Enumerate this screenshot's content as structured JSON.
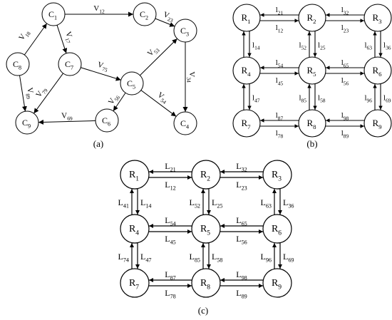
{
  "panels": {
    "a": {
      "caption": "(a)",
      "nodes": {
        "C1": {
          "base": "C",
          "sub": "1"
        },
        "C2": {
          "base": "C",
          "sub": "2"
        },
        "C3": {
          "base": "C",
          "sub": "3"
        },
        "C4": {
          "base": "C",
          "sub": "4"
        },
        "C5": {
          "base": "C",
          "sub": "5"
        },
        "C6": {
          "base": "C",
          "sub": "6"
        },
        "C7": {
          "base": "C",
          "sub": "7"
        },
        "C8": {
          "base": "C",
          "sub": "8"
        },
        "C9": {
          "base": "C",
          "sub": "9"
        }
      },
      "edges": [
        {
          "from": "C8",
          "to": "C1",
          "base": "V",
          "sub": "18"
        },
        {
          "from": "C1",
          "to": "C2",
          "base": "V",
          "sub": "12"
        },
        {
          "from": "C1",
          "to": "C7",
          "base": "V",
          "sub": "17"
        },
        {
          "from": "C2",
          "to": "C3",
          "base": "V",
          "sub": "23"
        },
        {
          "from": "C7",
          "to": "C5",
          "base": "V",
          "sub": "75"
        },
        {
          "from": "C5",
          "to": "C3",
          "base": "V",
          "sub": "53"
        },
        {
          "from": "C3",
          "to": "C4",
          "base": "V",
          "sub": "34"
        },
        {
          "from": "C5",
          "to": "C4",
          "base": "V",
          "sub": "54"
        },
        {
          "from": "C8",
          "to": "C9",
          "base": "V",
          "sub": "89"
        },
        {
          "from": "C7",
          "to": "C9",
          "base": "V",
          "sub": "79"
        },
        {
          "from": "C5",
          "to": "C6",
          "base": "V",
          "sub": "56"
        },
        {
          "from": "C6",
          "to": "C9",
          "base": "V",
          "sub": "69"
        }
      ]
    },
    "b": {
      "caption": "(b)",
      "node_base": "R",
      "edge_base": "l"
    },
    "c": {
      "caption": "(c)",
      "node_base": "R",
      "edge_base": "L"
    }
  },
  "grid": {
    "nodes": [
      "1",
      "2",
      "3",
      "4",
      "5",
      "6",
      "7",
      "8",
      "9"
    ],
    "edges": [
      {
        "from": "2",
        "to": "1",
        "sub": "21"
      },
      {
        "from": "1",
        "to": "2",
        "sub": "12"
      },
      {
        "from": "3",
        "to": "2",
        "sub": "32"
      },
      {
        "from": "2",
        "to": "3",
        "sub": "23"
      },
      {
        "from": "5",
        "to": "4",
        "sub": "54"
      },
      {
        "from": "4",
        "to": "5",
        "sub": "45"
      },
      {
        "from": "6",
        "to": "5",
        "sub": "65"
      },
      {
        "from": "5",
        "to": "6",
        "sub": "56"
      },
      {
        "from": "8",
        "to": "7",
        "sub": "87"
      },
      {
        "from": "7",
        "to": "8",
        "sub": "78"
      },
      {
        "from": "9",
        "to": "8",
        "sub": "98"
      },
      {
        "from": "8",
        "to": "9",
        "sub": "89"
      },
      {
        "from": "4",
        "to": "1",
        "sub": "41"
      },
      {
        "from": "1",
        "to": "4",
        "sub": "14"
      },
      {
        "from": "5",
        "to": "2",
        "sub": "52"
      },
      {
        "from": "2",
        "to": "5",
        "sub": "25"
      },
      {
        "from": "6",
        "to": "3",
        "sub": "63"
      },
      {
        "from": "3",
        "to": "6",
        "sub": "36"
      },
      {
        "from": "7",
        "to": "4",
        "sub": "74"
      },
      {
        "from": "4",
        "to": "7",
        "sub": "47"
      },
      {
        "from": "8",
        "to": "5",
        "sub": "85"
      },
      {
        "from": "5",
        "to": "8",
        "sub": "58"
      },
      {
        "from": "9",
        "to": "6",
        "sub": "96"
      },
      {
        "from": "6",
        "to": "9",
        "sub": "69"
      }
    ]
  }
}
